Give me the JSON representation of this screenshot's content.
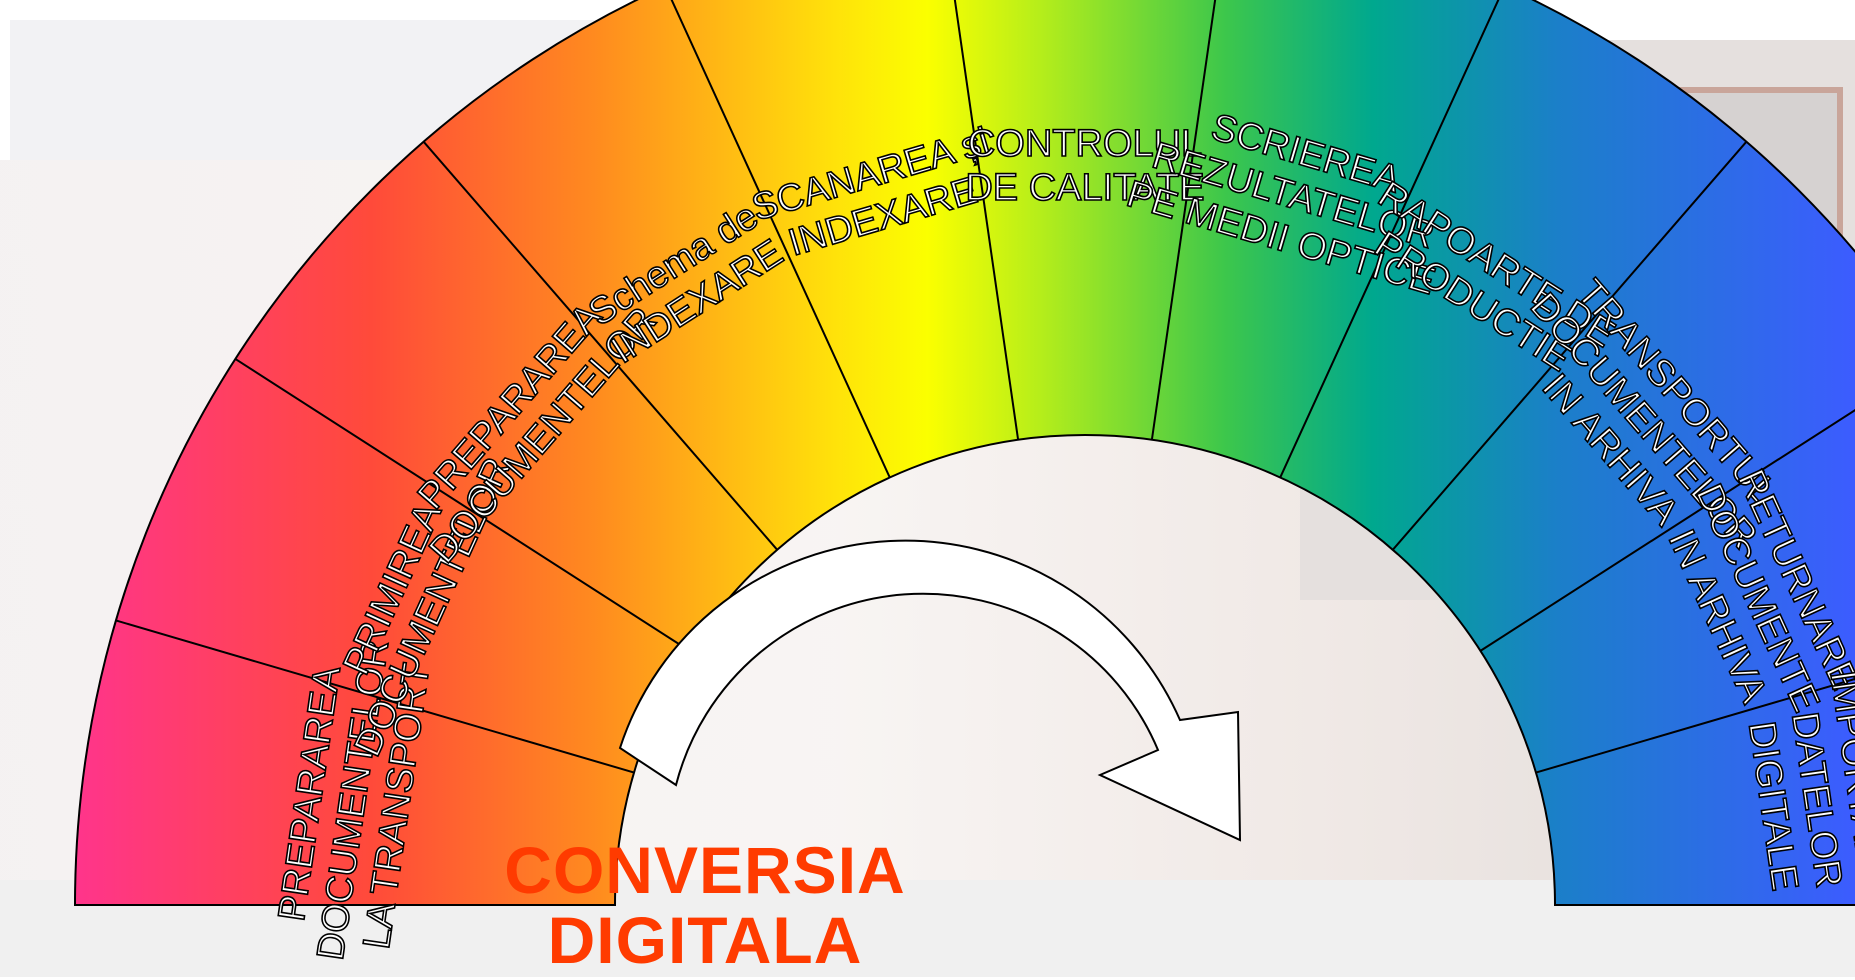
{
  "diagram": {
    "title_line1": "CONVERSIA",
    "title_line2": "DIGITALA",
    "title_color": "#ff3b00",
    "arrow_icon": "curved-arrow-right-icon",
    "segments": [
      {
        "id": "prepararea-documentelor-la-transport",
        "lines": [
          "PREPARAREA",
          "DOCUMENTELOR",
          "LA TRANSPORT"
        ]
      },
      {
        "id": "primirea-documentelor",
        "lines": [
          "PRIMIREA",
          "DOCUMENTELOR"
        ]
      },
      {
        "id": "prepararea-documentelor",
        "lines": [
          "PREPARAREA",
          "DOCUMENTELOR"
        ]
      },
      {
        "id": "schema-de-indexare",
        "lines": [
          "Schema de",
          "INDEXARE"
        ]
      },
      {
        "id": "scanarea-si-indexare",
        "lines": [
          "SCANAREA și",
          "INDEXARE"
        ]
      },
      {
        "id": "controlul-de-calitate",
        "lines": [
          "CONTROLUL",
          "DE CALITATE"
        ]
      },
      {
        "id": "scrierea-rezultatelor",
        "lines": [
          "SCRIEREA",
          "REZULTATELOR",
          "PE MEDII OPTICE"
        ]
      },
      {
        "id": "rapoarte-de-productie",
        "lines": [
          "RAPOARTE DE",
          "PRODUCTIE"
        ]
      },
      {
        "id": "transportul-documentelor",
        "lines": [
          "TRANSPORTUL",
          "DOCUMENTELOR",
          "IN ARHIVA"
        ]
      },
      {
        "id": "returnare-documente",
        "lines": [
          "RETURNARE",
          "DOCUMENTE",
          "IN ARHIVA"
        ]
      },
      {
        "id": "importarea-datelor-digitale",
        "lines": [
          "IMPORTAREA",
          "DATELOR",
          "DIGITALE"
        ]
      }
    ]
  }
}
